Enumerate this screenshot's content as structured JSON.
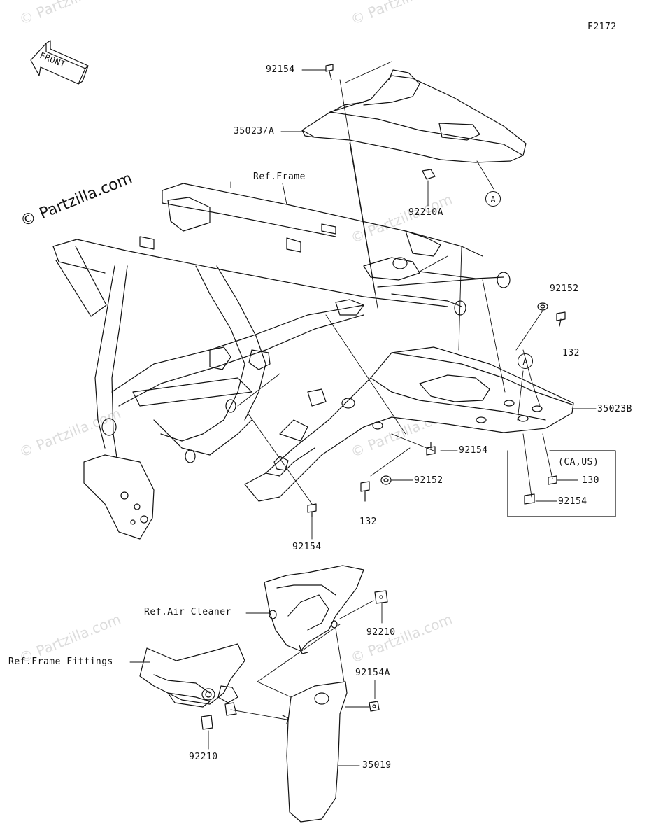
{
  "figure_code": "F2172",
  "front_label": "FRONT",
  "brand_mark": "© Partzilla.com",
  "watermark_text": "© Partzilla.com",
  "ref_labels": {
    "frame": "Ref.Frame",
    "air_cleaner": "Ref.Air Cleaner",
    "frame_fittings": "Ref.Frame Fittings"
  },
  "region_note": "(CA,US)",
  "callout_a": "A",
  "parts": {
    "p92154_top": "92154",
    "p35023a": "35023/A",
    "p92210a": "92210A",
    "p92152_right": "92152",
    "p132_right": "132",
    "p35023b": "35023B",
    "p92154_mid": "92154",
    "p92152_mid": "92152",
    "p132_mid": "132",
    "p92154_low": "92154",
    "p130": "130",
    "p92154_box": "92154",
    "p92210_upper": "92210",
    "p92154a": "92154A",
    "p35019": "35019",
    "p92210_lower": "92210"
  },
  "colors": {
    "line": "#111111",
    "watermark": "#dcdcdc",
    "background": "#ffffff"
  }
}
